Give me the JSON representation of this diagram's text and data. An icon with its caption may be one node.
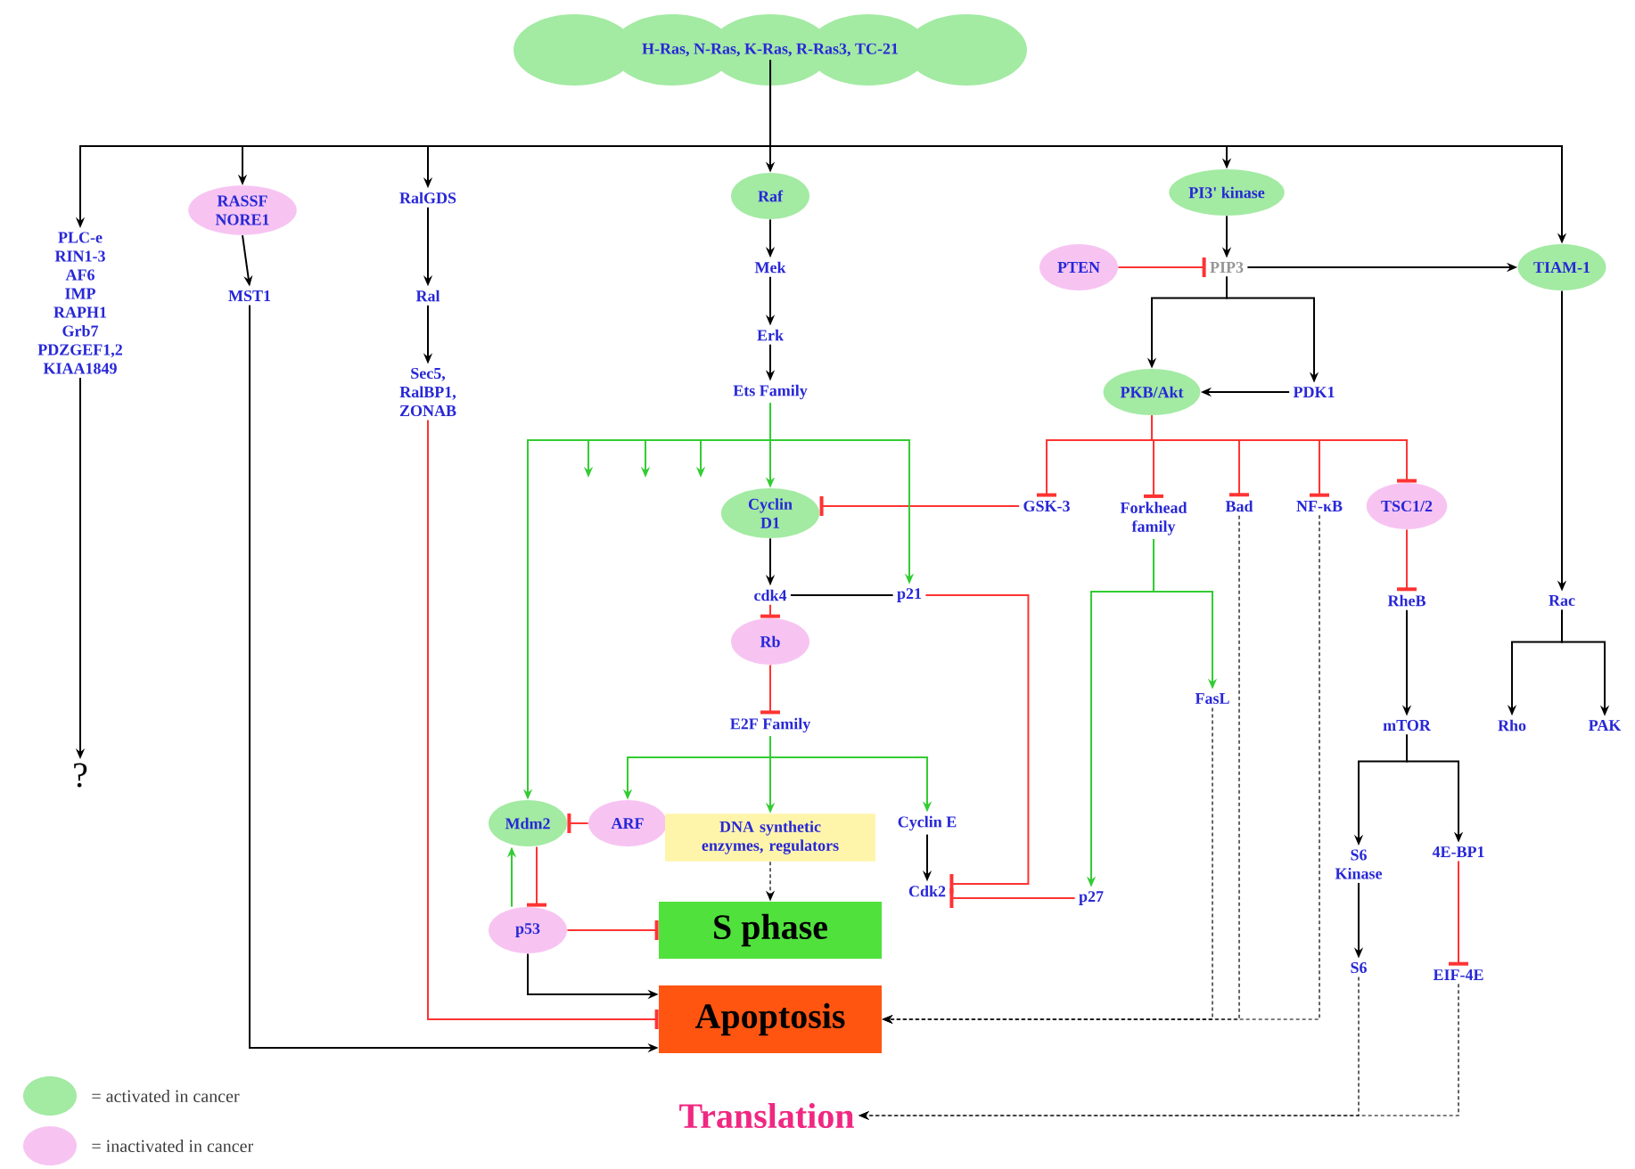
{
  "diagram": {
    "nodes": [
      {
        "text": [
          "H-Ras, N-Ras, K-Ras, R-Ras3, TC-21"
        ]
      },
      {
        "text": [
          "PLC-e",
          "RIN1-3",
          "AF6",
          "IMP",
          "RAPH1",
          "Grb7",
          "PDZGEF1,2",
          "KIAA1849"
        ]
      },
      {
        "text": [
          "RASSF NORE1"
        ]
      },
      {
        "text": [
          "MST1"
        ]
      },
      {
        "text": [
          "RalGDS"
        ]
      },
      {
        "text": [
          "Ral"
        ]
      },
      {
        "text": [
          "Sec5, RalBP1, ZONAB"
        ]
      },
      {
        "text": [
          "Raf"
        ]
      },
      {
        "text": [
          "Mek"
        ]
      },
      {
        "text": [
          "Erk"
        ]
      },
      {
        "text": [
          "Ets Family"
        ]
      },
      {
        "text": [
          "PI3' kinase"
        ]
      },
      {
        "text": [
          "PTEN"
        ]
      },
      {
        "text": [
          "PIP3"
        ]
      },
      {
        "text": [
          "TIAM-1"
        ]
      },
      {
        "text": [
          "PKB/Akt"
        ]
      },
      {
        "text": [
          "PDK1"
        ]
      },
      {
        "text": [
          "?"
        ]
      },
      {
        "text": [
          "Cyclin D1"
        ]
      },
      {
        "text": [
          "GSK-3"
        ]
      },
      {
        "text": [
          "Forkhead family"
        ]
      },
      {
        "text": [
          "Bad"
        ]
      },
      {
        "text": [
          "NF-κB"
        ]
      },
      {
        "text": [
          "TSC1/2"
        ]
      },
      {
        "text": [
          "cdk4"
        ]
      },
      {
        "text": [
          "p21"
        ]
      },
      {
        "text": [
          "Rb"
        ]
      },
      {
        "text": [
          "E2F Family"
        ]
      },
      {
        "text": [
          "FasL"
        ]
      },
      {
        "text": [
          "RheB"
        ]
      },
      {
        "text": [
          "mTOR"
        ]
      },
      {
        "text": [
          "Rac"
        ]
      },
      {
        "text": [
          "Rho"
        ]
      },
      {
        "text": [
          "PAK"
        ]
      },
      {
        "text": [
          "Mdm2"
        ]
      },
      {
        "text": [
          "ARF"
        ]
      },
      {
        "text": [
          "DNA synthetic enzymes, regulators"
        ]
      },
      {
        "text": [
          "Cyclin E"
        ]
      },
      {
        "text": [
          "Cdk2"
        ]
      },
      {
        "text": [
          "p27"
        ]
      },
      {
        "text": [
          "S6 Kinase"
        ]
      },
      {
        "text": [
          "4E-BP1"
        ]
      },
      {
        "text": [
          "p53"
        ]
      },
      {
        "text": [
          "S phase"
        ]
      },
      {
        "text": [
          "Apoptosis"
        ]
      },
      {
        "text": [
          "S6"
        ]
      },
      {
        "text": [
          "EIF-4E"
        ]
      },
      {
        "text": [
          "Translation"
        ]
      }
    ],
    "edges": [
      {
        "from": 0,
        "to": 1,
        "arrow": "to"
      },
      {
        "from": 0,
        "to": 2,
        "arrow": "to"
      },
      {
        "from": 0,
        "to": 4,
        "arrow": "to"
      },
      {
        "from": 0,
        "to": 7,
        "arrow": "to"
      },
      {
        "from": 0,
        "to": 11,
        "arrow": "to"
      },
      {
        "from": 0,
        "to": 14,
        "arrow": "to"
      },
      {
        "from": 2,
        "to": 3,
        "arrow": "to"
      },
      {
        "from": 4,
        "to": 5,
        "arrow": "to"
      },
      {
        "from": 5,
        "to": 6,
        "arrow": "to"
      },
      {
        "from": 7,
        "to": 8,
        "arrow": "to"
      },
      {
        "from": 8,
        "to": 9,
        "arrow": "to"
      },
      {
        "from": 9,
        "to": 10,
        "arrow": "to"
      },
      {
        "from": 1,
        "to": 17,
        "arrow": "to"
      },
      {
        "from": 3,
        "to": 44,
        "arrow": "to"
      },
      {
        "from": 11,
        "to": 13,
        "arrow": "to"
      },
      {
        "from": 12,
        "to": 13,
        "arrow": "other",
        "color": "#ff3333"
      },
      {
        "from": 13,
        "to": 14,
        "arrow": "to"
      },
      {
        "from": 13,
        "to": 15,
        "arrow": "to"
      },
      {
        "from": 13,
        "to": 16,
        "arrow": "to"
      },
      {
        "from": 16,
        "to": 15,
        "arrow": "to"
      },
      {
        "from": 15,
        "to": 19,
        "arrow": "other",
        "color": "#ff3333"
      },
      {
        "from": 15,
        "to": 20,
        "arrow": "other",
        "color": "#ff3333"
      },
      {
        "from": 15,
        "to": 21,
        "arrow": "other",
        "color": "#ff3333"
      },
      {
        "from": 15,
        "to": 22,
        "arrow": "other",
        "color": "#ff3333"
      },
      {
        "from": 15,
        "to": 23,
        "arrow": "other",
        "color": "#ff3333"
      },
      {
        "from": 19,
        "to": 18,
        "arrow": "other",
        "color": "#ff3333"
      },
      {
        "from": 14,
        "to": 31,
        "arrow": "to"
      },
      {
        "from": 10,
        "to": 18,
        "arrow": "to",
        "color": "#33cc33"
      },
      {
        "from": 10,
        "to": null,
        "arrow": "to",
        "color": "#33cc33"
      },
      {
        "from": 10,
        "to": null,
        "arrow": "to",
        "color": "#33cc33"
      },
      {
        "from": 10,
        "to": null,
        "arrow": "to",
        "color": "#33cc33"
      },
      {
        "from": 10,
        "to": 34,
        "arrow": "to",
        "color": "#33cc33"
      },
      {
        "from": 10,
        "to": 25,
        "arrow": "to",
        "color": "#33cc33"
      },
      {
        "from": 18,
        "to": 24,
        "arrow": "to"
      },
      {
        "from": 24,
        "to": 25,
        "arrow": "none"
      },
      {
        "from": 24,
        "to": 26,
        "arrow": "other",
        "color": "#ff3333"
      },
      {
        "from": 26,
        "to": 27,
        "arrow": "other",
        "color": "#ff3333"
      },
      {
        "from": 25,
        "to": 38,
        "arrow": "other",
        "color": "#ff3333"
      },
      {
        "from": 39,
        "to": 38,
        "arrow": "other",
        "color": "#ff3333"
      },
      {
        "from": 20,
        "to": 28,
        "arrow": "to",
        "color": "#33cc33"
      },
      {
        "from": 20,
        "to": 39,
        "arrow": "to",
        "color": "#33cc33"
      },
      {
        "from": 27,
        "to": 35,
        "arrow": "to",
        "color": "#33cc33"
      },
      {
        "from": 27,
        "to": 36,
        "arrow": "to",
        "color": "#33cc33"
      },
      {
        "from": 27,
        "to": 37,
        "arrow": "to",
        "color": "#33cc33"
      },
      {
        "from": 28,
        "to": 44,
        "arrow": "to",
        "style": "dashed"
      },
      {
        "from": 21,
        "to": 44,
        "arrow": "to",
        "style": "dashed"
      },
      {
        "from": 22,
        "to": 44,
        "arrow": "to",
        "style": "dashed"
      },
      {
        "from": 23,
        "to": 29,
        "arrow": "other",
        "color": "#ff3333"
      },
      {
        "from": 29,
        "to": 30,
        "arrow": "to"
      },
      {
        "from": 30,
        "to": 40,
        "arrow": "to"
      },
      {
        "from": 30,
        "to": 41,
        "arrow": "to"
      },
      {
        "from": 31,
        "to": 32,
        "arrow": "to"
      },
      {
        "from": 31,
        "to": 33,
        "arrow": "to"
      },
      {
        "from": 40,
        "to": 45,
        "arrow": "to"
      },
      {
        "from": 41,
        "to": 46,
        "arrow": "other",
        "color": "#ff3333"
      },
      {
        "from": 45,
        "to": 47,
        "arrow": "to",
        "style": "dashed"
      },
      {
        "from": 46,
        "to": 47,
        "arrow": "to",
        "style": "dashed"
      },
      {
        "from": 35,
        "to": 34,
        "arrow": "other",
        "color": "#ff3333"
      },
      {
        "from": 34,
        "to": 42,
        "arrow": "other",
        "color": "#ff3333"
      },
      {
        "from": 42,
        "to": 34,
        "arrow": "to",
        "color": "#33cc33"
      },
      {
        "from": 42,
        "to": 43,
        "arrow": "other",
        "color": "#ff3333"
      },
      {
        "from": 42,
        "to": 44,
        "arrow": "to"
      },
      {
        "from": 36,
        "to": 43,
        "arrow": "to",
        "style": "dashed"
      },
      {
        "from": 37,
        "to": 38,
        "arrow": "to"
      },
      {
        "from": 6,
        "to": 44,
        "arrow": "other",
        "color": "#ff3333"
      }
    ],
    "legend": [
      {
        "text": "= activated in cancer",
        "color": "#a3eaa3"
      },
      {
        "text": "= inactivated in cancer",
        "color": "#f7c4f2"
      }
    ]
  }
}
